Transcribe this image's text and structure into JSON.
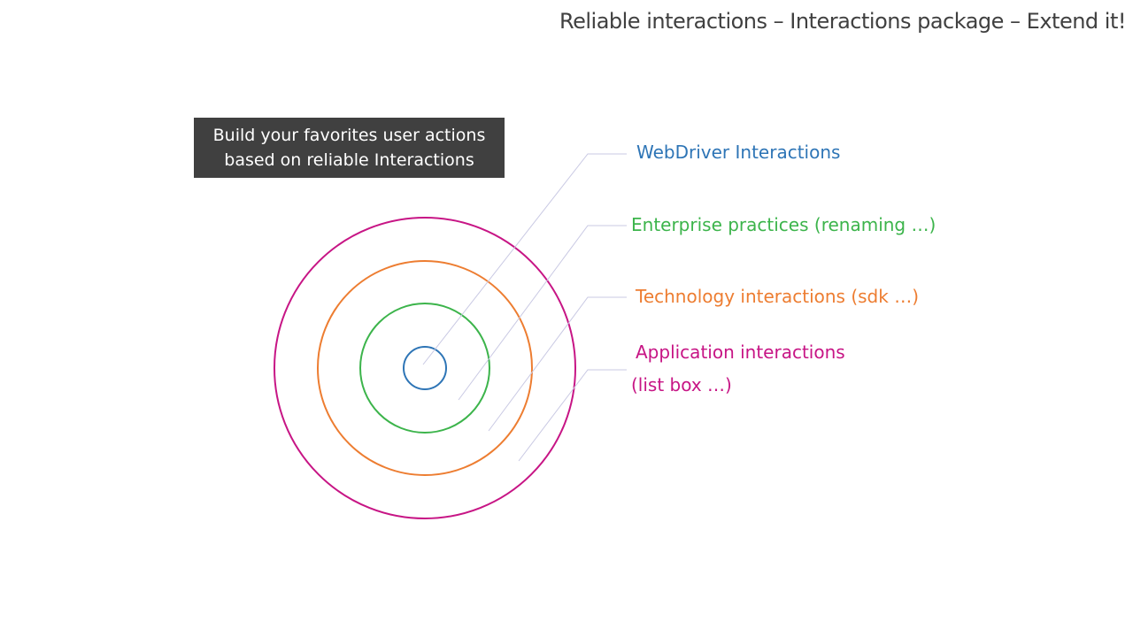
{
  "title": "Reliable interactions – Interactions package – Extend it!",
  "callout": {
    "line1": "Build your favorites user actions",
    "line2": "based on reliable Interactions"
  },
  "layers": [
    {
      "id": "webdriver",
      "label": "WebDriver Interactions",
      "color": "#2E75B6"
    },
    {
      "id": "enterprise",
      "label": "Enterprise practices (renaming …)",
      "color": "#3CB44B"
    },
    {
      "id": "technology",
      "label": "Technology interactions (sdk …)",
      "color": "#ED7D31"
    },
    {
      "id": "application",
      "label_line1": "Application interactions",
      "label_line2": "(list box …)",
      "color": "#C71585"
    }
  ],
  "colors": {
    "leader_line": "#C9C9E3",
    "callout_bg": "#404040",
    "title_text": "#404040"
  }
}
